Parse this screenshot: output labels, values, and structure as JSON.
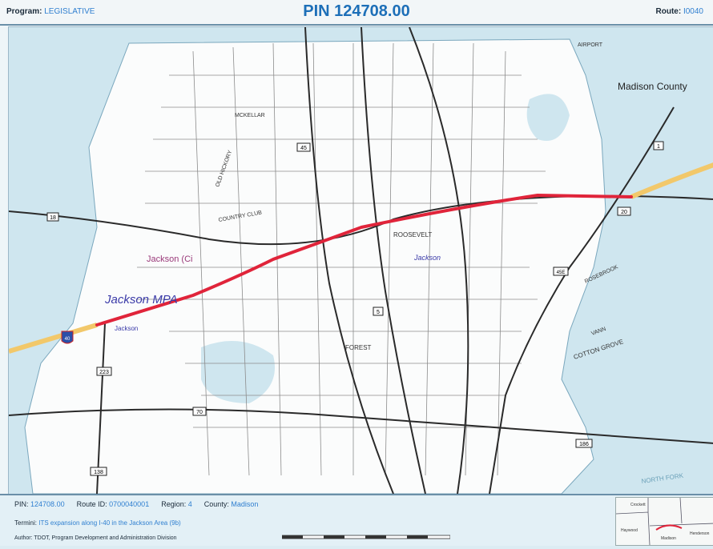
{
  "header": {
    "program_label": "Program:",
    "program_value": "LEGISLATIVE",
    "pin_title": "PIN 124708.00",
    "route_label": "Route:",
    "route_value": "I0040"
  },
  "map": {
    "labels": {
      "madison_county": "Madison County",
      "jackson_city": "Jackson (Ci",
      "jackson_mpa": "Jackson MPA",
      "jackson_small": "Jackson",
      "jackson_map_town": "Jackson",
      "roosevelt": "ROOSEVELT",
      "cotton_grove": "COTTON GROVE",
      "country_club": "COUNTRY CLUB",
      "forest": "FOREST",
      "rosebrook": "ROSEBROOK",
      "north_fork": "NORTH FORK",
      "vann": "VANN",
      "old_hickory": "OLD HICKORY",
      "airport": "AIRPORT",
      "mckellar": "MCKELLAR"
    },
    "shields": {
      "i40": "40",
      "us45": "45",
      "us70": "70",
      "sr1": "1",
      "sr20": "20",
      "sr186": "186",
      "sr223": "223",
      "sr18": "18",
      "sr138": "138",
      "sr5": "5",
      "sr45e": "45E"
    },
    "colors": {
      "project_route": "#e0243a",
      "interstate": "#f2c86a",
      "water": "#cfe6ef",
      "land": "#fbfcfc",
      "road": "#2a2a2a"
    }
  },
  "footer": {
    "pin_label": "PIN:",
    "pin_value": "124708.00",
    "route_id_label": "Route ID:",
    "route_id_value": "0700040001",
    "region_label": "Region:",
    "region_value": "4",
    "county_label": "County:",
    "county_value": "Madison",
    "termini_label": "Termini:",
    "termini_value": "ITS expansion along I-40 in the Jackson Area (9b)",
    "author_text": "Author: TDOT, Program Development and Administration Division",
    "inset_labels": {
      "a": "Crockett",
      "b": "Haywood",
      "c": "Madison",
      "d": "Henderson"
    }
  }
}
